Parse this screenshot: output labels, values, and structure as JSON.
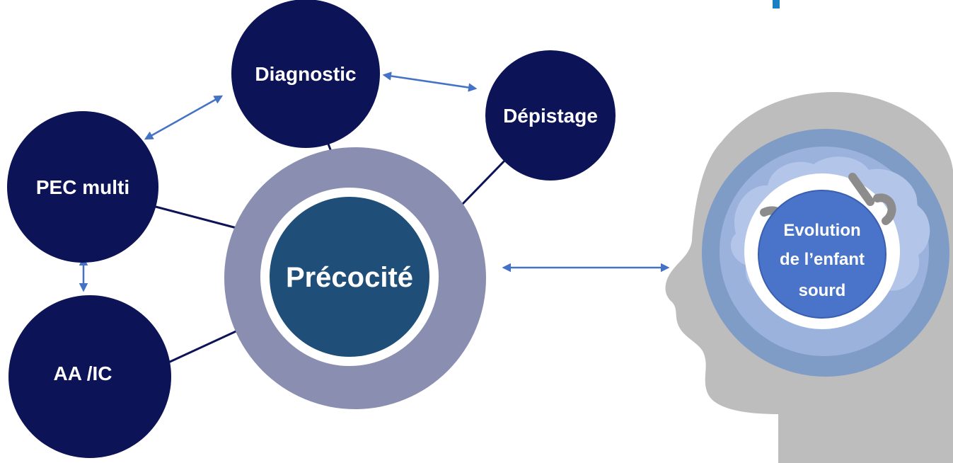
{
  "diagram": {
    "nodes": {
      "center": "Précocité",
      "diagnostic": "Diagnostic",
      "depistage": "Dépistage",
      "pec": "PEC multi",
      "aa": "AA /IC"
    },
    "head": {
      "label_lines": [
        "Evolution",
        "de l’enfant",
        "sourd"
      ]
    }
  },
  "colors": {
    "node_navy": "#0c1357",
    "center_ring": "#8a8eb0",
    "center_core": "#1f4e79",
    "arrow_blue": "#4472c4",
    "connector": "#0c1357",
    "head_gray": "#bdbdbd",
    "brain_ring": "#7f9cc6",
    "brain_light": "#a9bde3",
    "head_center": "#4a74c9",
    "top_bar": "#1b7fc4"
  }
}
